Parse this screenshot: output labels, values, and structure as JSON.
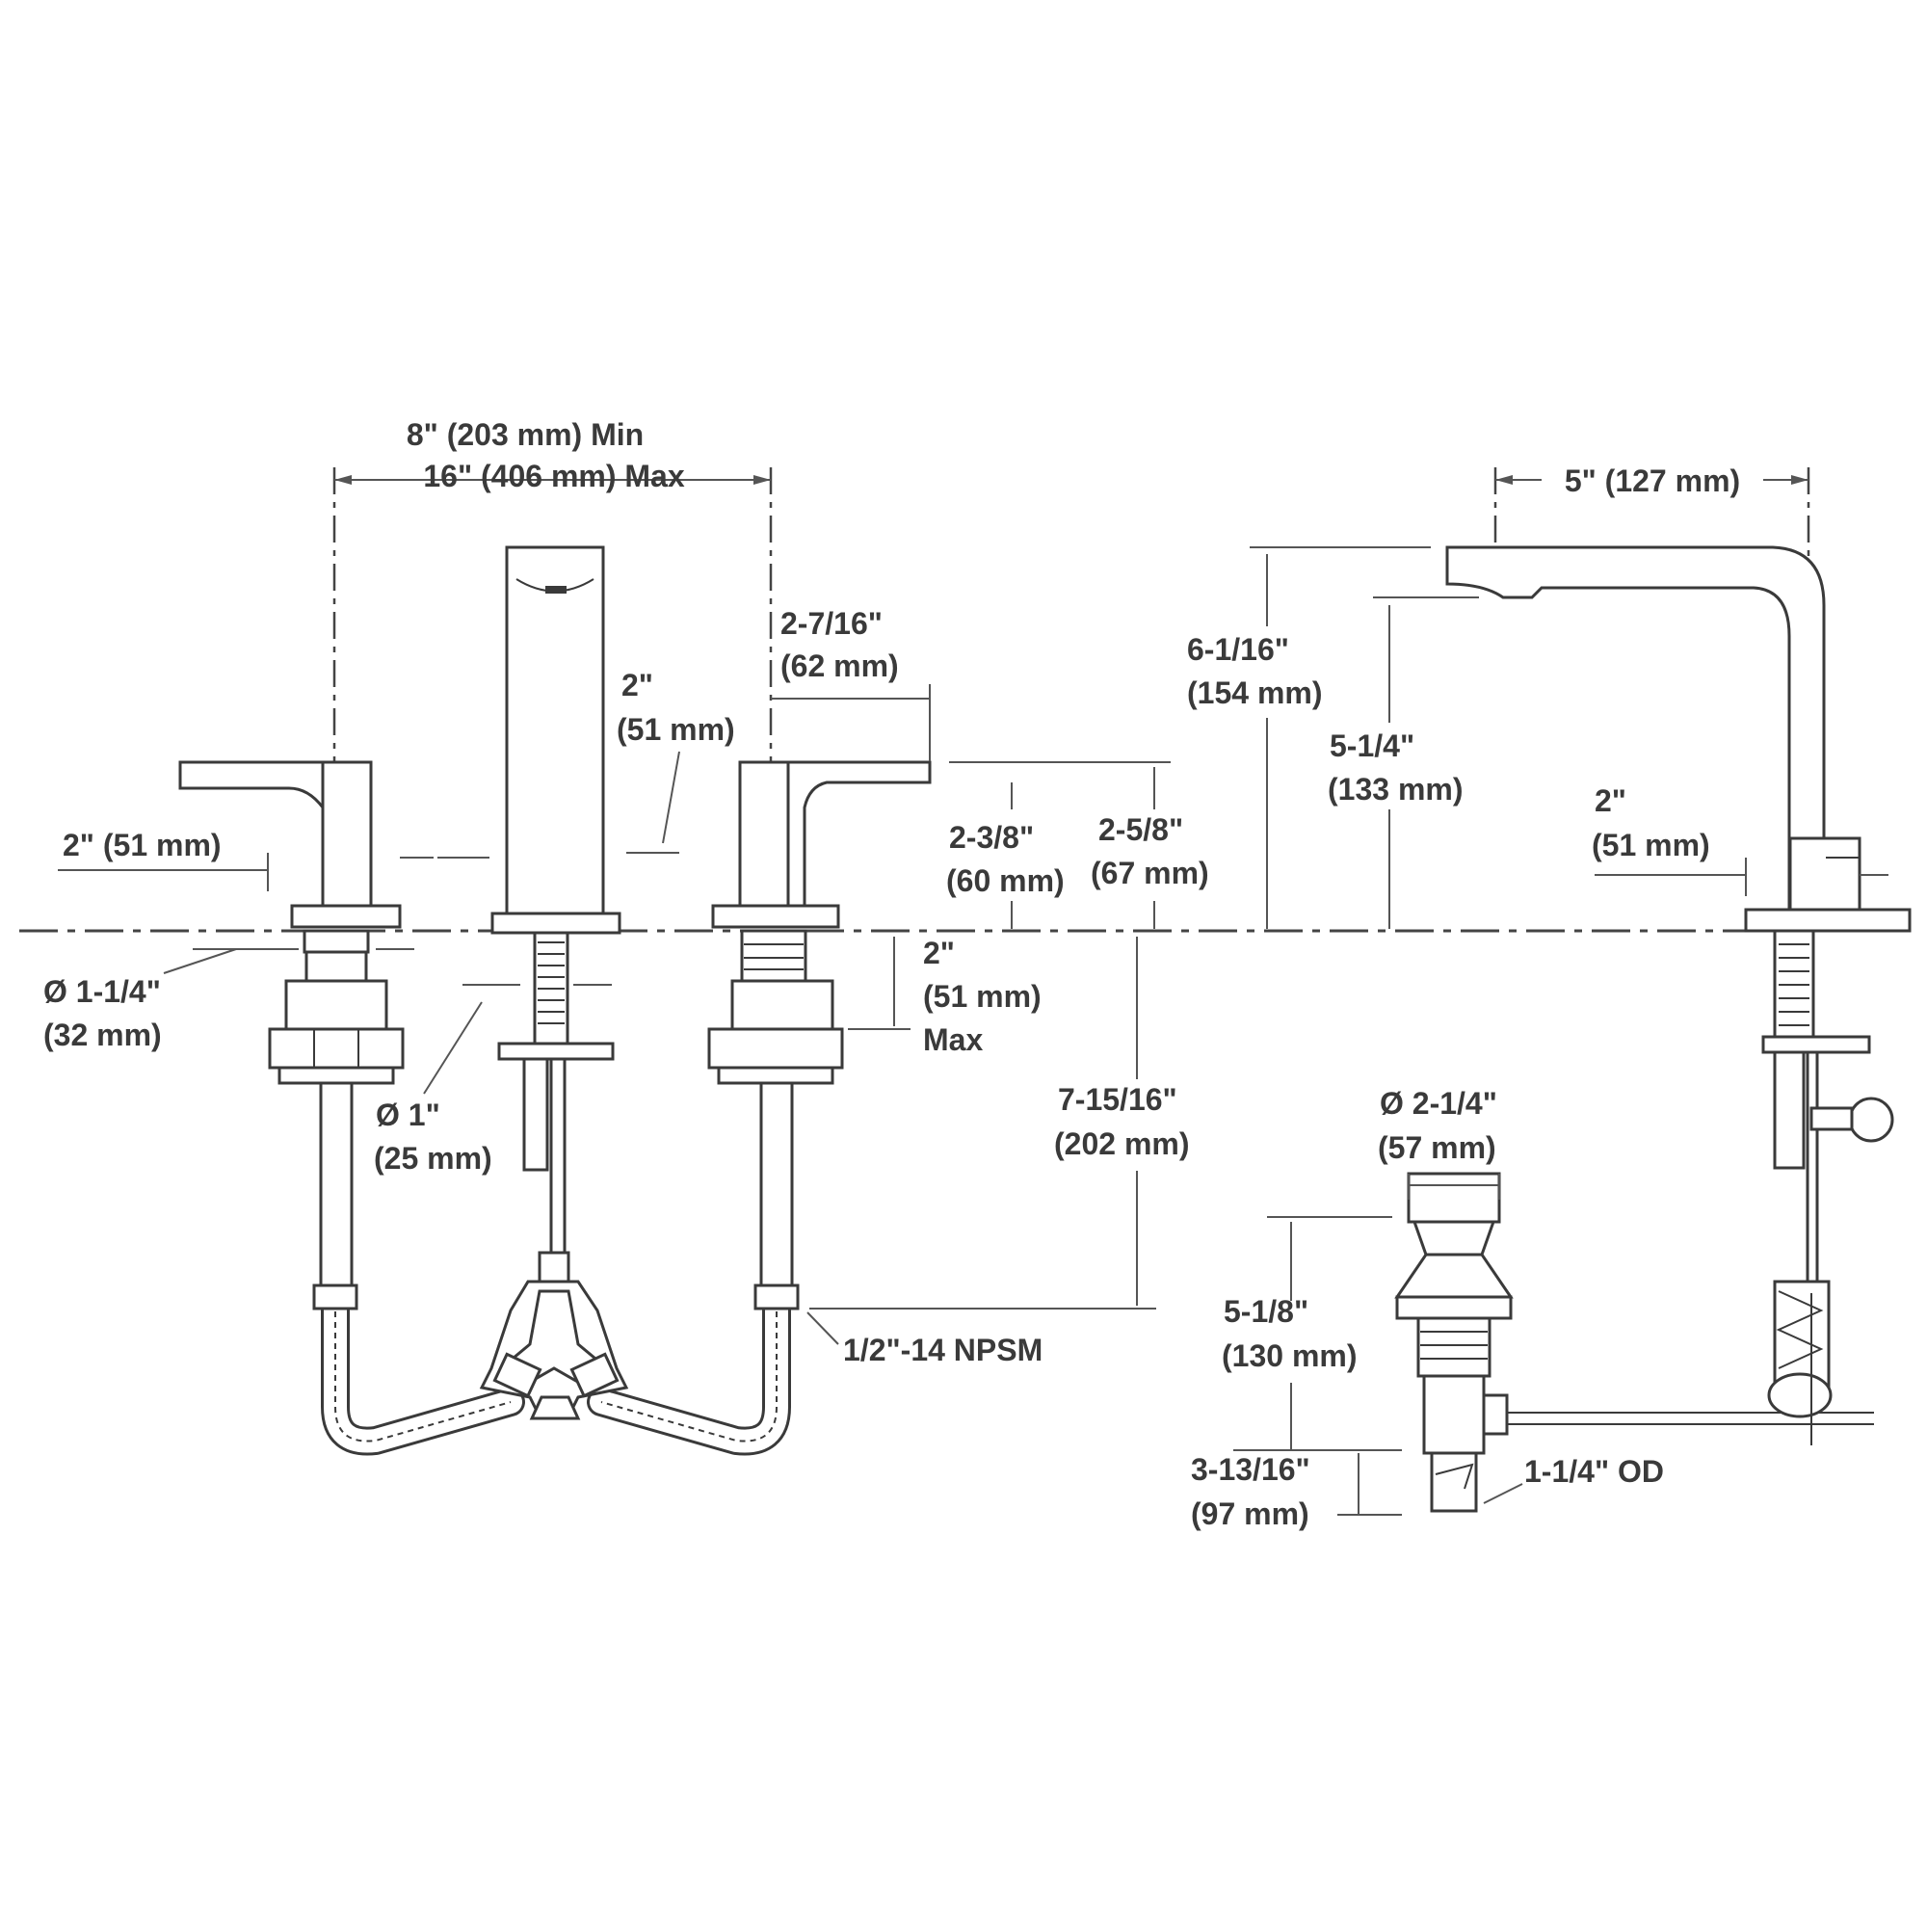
{
  "dimensions": {
    "spread_min": "8\" (203 mm) Min",
    "spread_max": "16\" (406 mm) Max",
    "spout_reach": "5\" (127 mm)",
    "handle_reach": {
      "inch": "2-7/16\"",
      "mm": "(62 mm)"
    },
    "spout_base_clearance": {
      "inch": "2\"",
      "mm": "(51 mm)"
    },
    "handle_width": "2\" (51 mm)",
    "handle_height": {
      "inch": "2-3/8\"",
      "mm": "(60 mm)"
    },
    "handle_overall_height": {
      "inch": "2-5/8\"",
      "mm": "(67 mm)"
    },
    "spout_height": {
      "inch": "6-1/16\"",
      "mm": "(154 mm)"
    },
    "spout_outlet_height": {
      "inch": "5-1/4\"",
      "mm": "(133 mm)"
    },
    "side_base": {
      "inch": "2\"",
      "mm": "(51 mm)"
    },
    "valve_hole": {
      "inch": "Ø 1-1/4\"",
      "mm": "(32 mm)"
    },
    "spout_hole": {
      "inch": "Ø 1\"",
      "mm": "(25 mm)"
    },
    "deck_thickness": {
      "inch": "2\"",
      "mm": "(51 mm)",
      "note": "Max"
    },
    "supply_depth": {
      "inch": "7-15/16\"",
      "mm": "(202 mm)"
    },
    "connection": "1/2\"-14 NPSM",
    "drain_flange": {
      "inch": "Ø 2-1/4\"",
      "mm": "(57 mm)"
    },
    "drain_body": {
      "inch": "5-1/8\"",
      "mm": "(130 mm)"
    },
    "tailpiece": {
      "inch": "3-13/16\"",
      "mm": "(97 mm)"
    },
    "tailpiece_od": "1-1/4\" OD"
  }
}
